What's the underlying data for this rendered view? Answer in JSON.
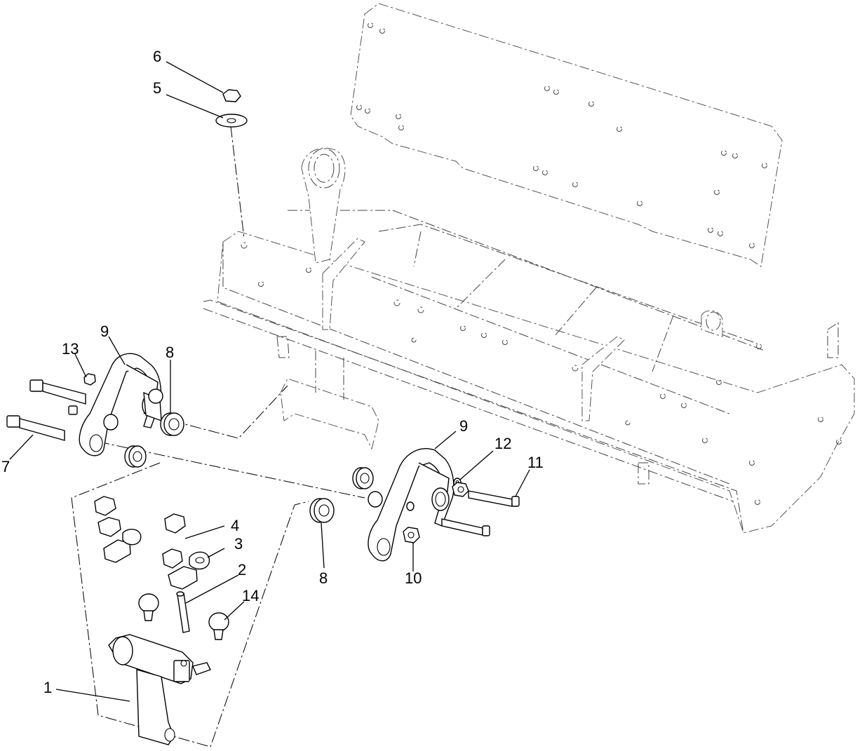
{
  "diagram": {
    "callouts": [
      {
        "id": "c1",
        "label": "1"
      },
      {
        "id": "c2",
        "label": "2"
      },
      {
        "id": "c3",
        "label": "3"
      },
      {
        "id": "c4",
        "label": "4"
      },
      {
        "id": "c5",
        "label": "5"
      },
      {
        "id": "c6",
        "label": "6"
      },
      {
        "id": "c7",
        "label": "7"
      },
      {
        "id": "c8a",
        "label": "8"
      },
      {
        "id": "c8b",
        "label": "8"
      },
      {
        "id": "c9a",
        "label": "9"
      },
      {
        "id": "c9b",
        "label": "9"
      },
      {
        "id": "c10",
        "label": "10"
      },
      {
        "id": "c11",
        "label": "11"
      },
      {
        "id": "c12",
        "label": "12"
      },
      {
        "id": "c13",
        "label": "13"
      },
      {
        "id": "c14",
        "label": "14"
      }
    ]
  }
}
